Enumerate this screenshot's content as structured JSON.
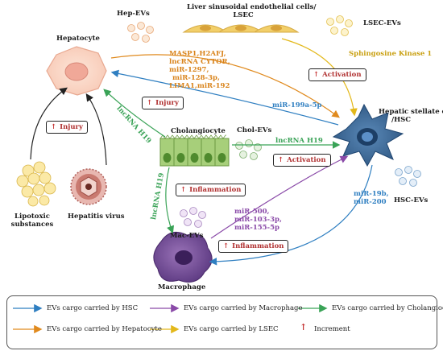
{
  "labels": {
    "hep_evs": "Hep-EVs",
    "lsec_title_1": "Liver sinusoidal endothelial cells/",
    "lsec_title_2": "LSEC",
    "lsec_evs": "LSEC-EVs",
    "hepatocyte": "Hepatocyte",
    "sphingosine": "Sphingosine Kinase 1",
    "hsc_1": "Hepatic stellate cells",
    "hsc_2": "/HSC",
    "cholangiocyte": "Cholangiocyte",
    "chol_evs": "Chol-EVs",
    "hsc_evs": "HSC-EVs",
    "lipotoxic_1": "Lipotoxic",
    "lipotoxic_2": "substances",
    "hepatitis": "Hepatitis virus",
    "mac_evs": "Mac-EVs",
    "macrophage": "Macrophage"
  },
  "cargo": {
    "hepatocyte_list": [
      "MASP1,H2AFJ,",
      "lncRNA CYTOR,",
      "miR-1297,",
      "miR-128-3p,",
      "LIMA1,miR-192"
    ],
    "hsc_to_hepatocyte": "miR-199a-5p",
    "chol_to_hepatocyte": "lncRNA H19",
    "chol_to_hsc": "lncRNA H19",
    "chol_to_macrophage": "lncRNA H19",
    "mac_list": [
      "miR-500,",
      "miR-103-3p,",
      "miR-155-5p"
    ],
    "hsc_to_mac_list": [
      "miR-19b,",
      "miR-200"
    ]
  },
  "badges": {
    "up_arrow": "↑",
    "activation_top": "Activation",
    "injury_top": "Injury",
    "injury_left": "Injury",
    "activation_mid": "Activation",
    "inflammation_mid": "Inflammation",
    "inflammation_low": "Inflammation"
  },
  "legend": {
    "items": [
      {
        "text": "EVs cargo carried by HSC",
        "color": "#2f7fc1"
      },
      {
        "text": "EVs cargo carried by Macrophage",
        "color": "#8a4aa8"
      },
      {
        "text": "EVs cargo carried by Cholangiocyte",
        "color": "#3aa357"
      },
      {
        "text": "EVs cargo carried by Hepatocyte",
        "color": "#e08a1e"
      },
      {
        "text": "EVs cargo carried by LSEC",
        "color": "#e3b81a"
      },
      {
        "text": "Increment",
        "color": "#c43030"
      }
    ],
    "increment_symbol": "↑"
  },
  "colors": {
    "hsc": "#2f7fc1",
    "macrophage": "#8a4aa8",
    "cholangiocyte": "#3aa357",
    "hepatocyte": "#e08a1e",
    "lsec": "#e3b81a",
    "increment": "#c43030"
  }
}
